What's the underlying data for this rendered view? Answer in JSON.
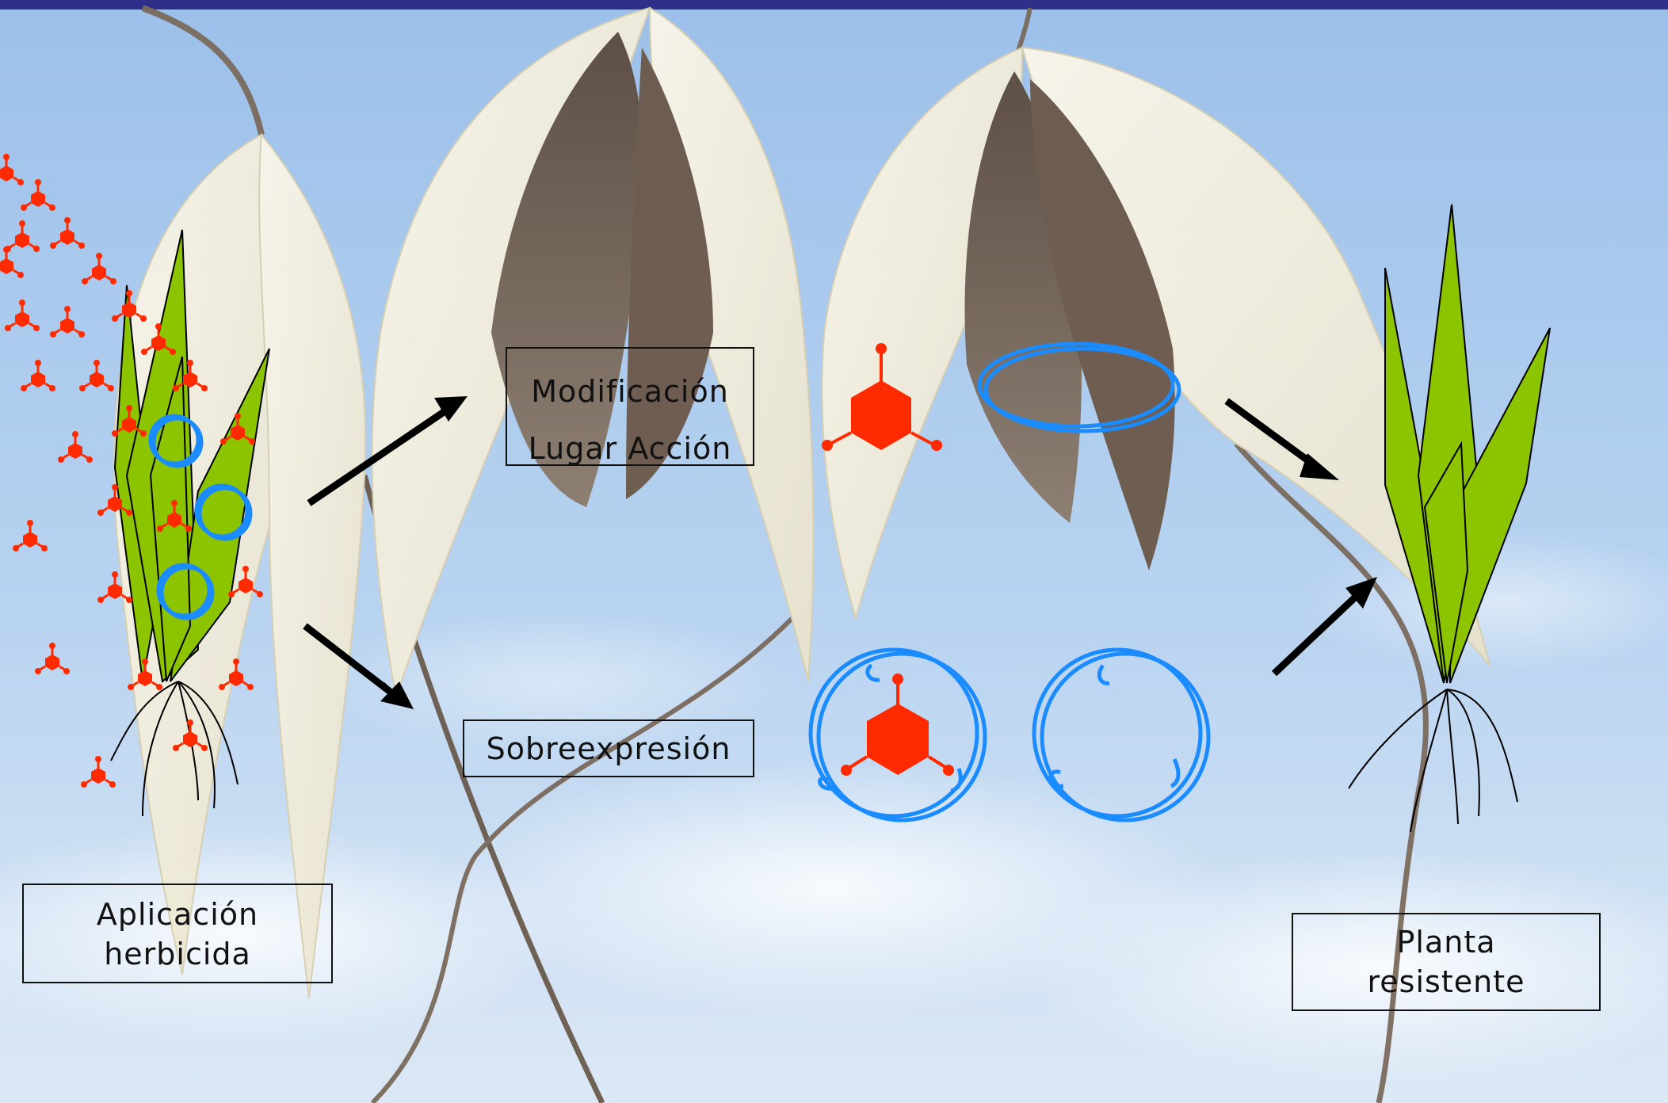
{
  "labels": {
    "application": {
      "line1": "Aplicación",
      "line2": "herbicida"
    },
    "modification": {
      "line1": "Modificación",
      "line2": "Lugar Acción"
    },
    "overexpression": {
      "line1": "Sobreexpresión"
    },
    "resistant": {
      "line1": "Planta",
      "line2": "resistente"
    }
  },
  "colors": {
    "top_bar": "#2f2f8a",
    "sky_top": "#9cc0ea",
    "sky_bottom": "#d6e6f4",
    "herbicide": "#ff2a00",
    "enzyme": "#1a8cff",
    "leaf": "#8cc400",
    "arrow": "#000000"
  },
  "icons": [
    "herbicide-molecule-icon",
    "enzyme-icon",
    "plant-icon",
    "oat-spikelet-icon",
    "arrow-icon"
  ]
}
